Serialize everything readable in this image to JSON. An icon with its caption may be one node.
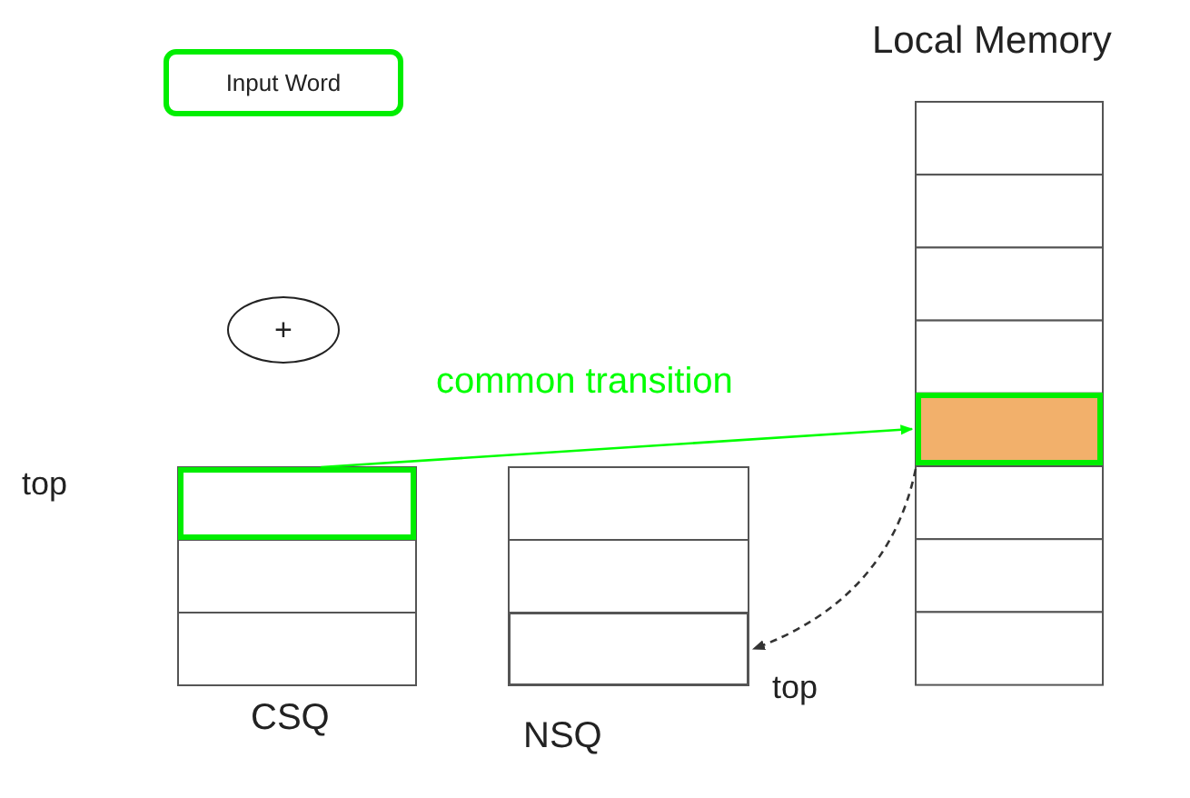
{
  "diagram": {
    "nodes": [
      {
        "text": [
          "Input Word"
        ]
      },
      {
        "text": [
          "+"
        ]
      },
      {
        "text": [],
        "shape": "box"
      },
      {
        "text": [],
        "shape": "box"
      },
      {
        "text": [],
        "shape": "box"
      }
    ],
    "edges": [
      {
        "from": 2,
        "to": 4,
        "arrow": "to",
        "label": "common transition",
        "color": "#00ff00"
      },
      {
        "from": 4,
        "to": 3,
        "arrow": "to",
        "style": "dashed",
        "color": "#333333"
      }
    ],
    "labels": [
      "Local Memory",
      "top",
      "top",
      "CSQ",
      "NSQ"
    ]
  }
}
